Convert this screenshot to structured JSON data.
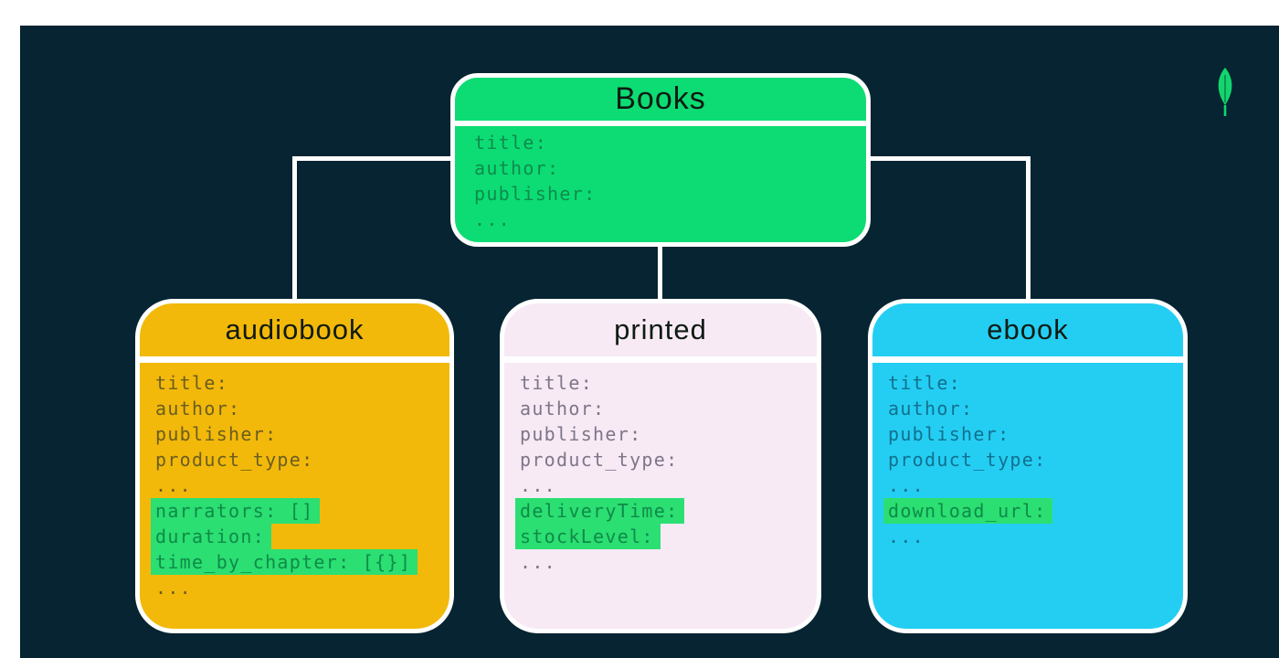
{
  "page": {
    "background": "#ffffff",
    "panel_bg": "#062431",
    "connector_color": "#ffffff"
  },
  "logo": {
    "name": "mongodb-leaf",
    "fill": "#13d56e",
    "vein": "#0b7a44"
  },
  "diagram": {
    "title_color": "#101b13",
    "highlight_bg": "#2bdf72",
    "highlight_text": "#0f8a48",
    "root": {
      "title": "Books",
      "bg": "#0cdc73",
      "text_color": "#0e8b4e",
      "fields": [
        {
          "text": "title:",
          "highlight": false
        },
        {
          "text": "author:",
          "highlight": false
        },
        {
          "text": "publisher:",
          "highlight": false
        },
        {
          "text": "...",
          "highlight": false
        }
      ]
    },
    "children": [
      {
        "title": "audiobook",
        "bg": "#f2b90a",
        "text_color": "#6b5d20",
        "fields": [
          {
            "text": "title:",
            "highlight": false
          },
          {
            "text": "author:",
            "highlight": false
          },
          {
            "text": "publisher:",
            "highlight": false
          },
          {
            "text": "product_type:",
            "highlight": false
          },
          {
            "text": "...",
            "highlight": false
          },
          {
            "text": "narrators: []",
            "highlight": true
          },
          {
            "text": "duration:",
            "highlight": true
          },
          {
            "text": "time_by_chapter: [{}]",
            "highlight": true
          },
          {
            "text": "...",
            "highlight": false
          }
        ]
      },
      {
        "title": "printed",
        "bg": "#f7eaf5",
        "text_color": "#7e7589",
        "fields": [
          {
            "text": "title:",
            "highlight": false
          },
          {
            "text": "author:",
            "highlight": false
          },
          {
            "text": "publisher:",
            "highlight": false
          },
          {
            "text": "product_type:",
            "highlight": false
          },
          {
            "text": "...",
            "highlight": false
          },
          {
            "text": "deliveryTime:",
            "highlight": true
          },
          {
            "text": "stockLevel:",
            "highlight": true
          },
          {
            "text": "...",
            "highlight": false
          }
        ]
      },
      {
        "title": "ebook",
        "bg": "#24cef3",
        "text_color": "#12708e",
        "fields": [
          {
            "text": "title:",
            "highlight": false
          },
          {
            "text": "author:",
            "highlight": false
          },
          {
            "text": "publisher:",
            "highlight": false
          },
          {
            "text": "product_type:",
            "highlight": false
          },
          {
            "text": "...",
            "highlight": false
          },
          {
            "text": "download_url:",
            "highlight": true
          },
          {
            "text": "...",
            "highlight": false
          }
        ]
      }
    ]
  }
}
